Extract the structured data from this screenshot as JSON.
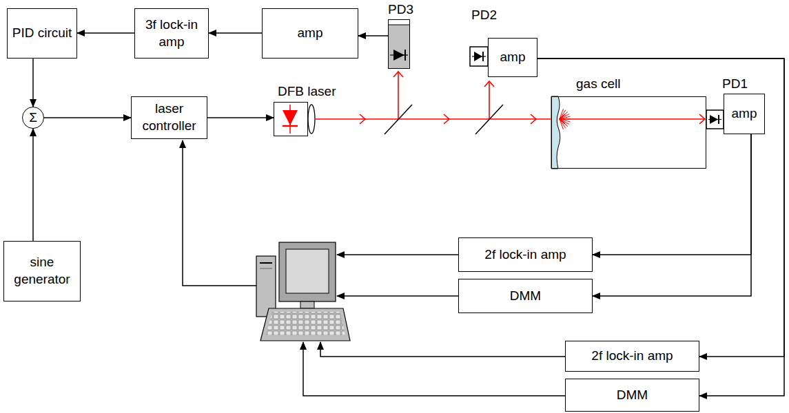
{
  "diagram": {
    "nodes": [
      {
        "text": [
          "PID circuit"
        ]
      },
      {
        "text": [
          "3f lock-in amp"
        ]
      },
      {
        "text": [
          "amp"
        ]
      },
      {
        "text": [
          "PD3"
        ]
      },
      {
        "text": [
          "PD2",
          "amp"
        ]
      },
      {
        "text": [
          "Σ"
        ]
      },
      {
        "text": [
          "laser controller"
        ]
      },
      {
        "text": [
          "DFB laser"
        ]
      },
      {
        "text": [
          "gas cell"
        ]
      },
      {
        "text": [
          "PD1",
          "amp"
        ]
      },
      {
        "text": [
          "sine generator"
        ]
      },
      {
        "text": [
          "2f lock-in amp"
        ]
      },
      {
        "text": [
          "DMM"
        ]
      },
      {
        "text": [
          "2f lock-in amp"
        ]
      },
      {
        "text": [
          "DMM"
        ]
      }
    ],
    "edges": [
      {
        "from": 2,
        "to": 1,
        "arrow": "to"
      },
      {
        "from": 1,
        "to": 0,
        "arrow": "to"
      },
      {
        "from": 0,
        "to": 5,
        "arrow": "to"
      },
      {
        "from": 10,
        "to": 5,
        "arrow": "to"
      },
      {
        "from": 5,
        "to": 6,
        "arrow": "to"
      },
      {
        "from": 6,
        "to": 7,
        "arrow": "to"
      },
      {
        "from": 3,
        "to": 2,
        "arrow": "to"
      },
      {
        "from": 9,
        "to": 11,
        "arrow": "to"
      },
      {
        "from": 9,
        "to": 12,
        "arrow": "to"
      },
      {
        "from": 4,
        "to": 13,
        "arrow": "to"
      },
      {
        "from": 4,
        "to": 14,
        "arrow": "to"
      }
    ]
  }
}
